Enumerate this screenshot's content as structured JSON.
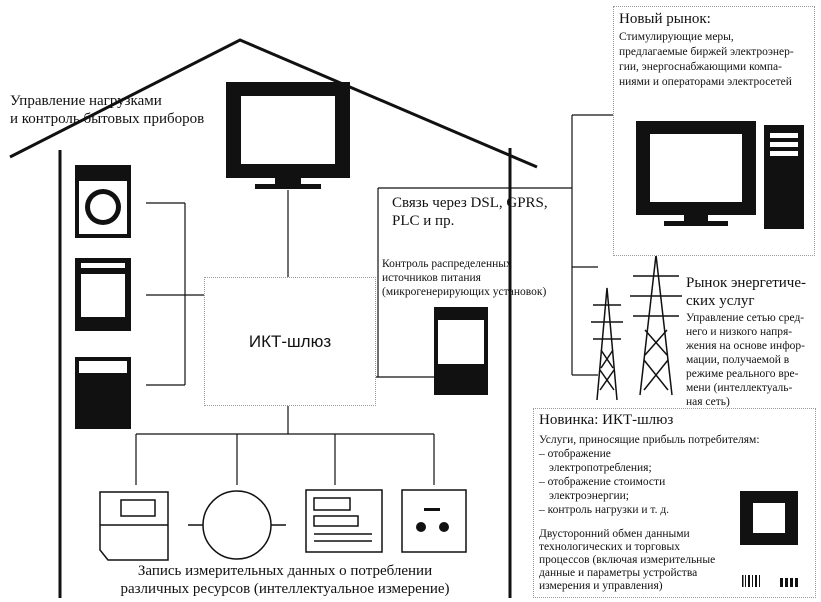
{
  "house": {
    "load_control": [
      "Управление нагрузками",
      "и контроль бытовых приборов"
    ],
    "ict_gateway": "ИКТ-шлюз",
    "communication": [
      "Связь через DSL, GPRS,",
      "PLC и пр."
    ],
    "dg_control": [
      "Контроль распределенных",
      "источников питания",
      "(микрогенерирующих установок)"
    ],
    "metering": [
      "Запись измерительных данных о потреблении",
      "различных ресурсов (интеллектуальное измерение)"
    ]
  },
  "new_market": {
    "title": "Новый рынок:",
    "lines": [
      "Стимулирующие меры,",
      "предлагаемые биржей электроэнер-",
      "гии, энергоснабжающими компа-",
      "ниями и операторами электросетей"
    ]
  },
  "energy_services": {
    "title": [
      "Рынок энергетиче-",
      "ских услуг"
    ],
    "lines": [
      "Управление сетью сред-",
      "него и низкого напря-",
      "жения на основе инфор-",
      "мации, получаемой в",
      "режиме реального вре-",
      "мени (интеллектуаль-",
      "ная сеть)"
    ]
  },
  "novelty": {
    "title": "Новинка: ИКТ-шлюз",
    "services_lines": [
      "Услуги, приносящие прибыль потребителям:",
      "– отображение",
      "   электропотребления;",
      "– отображение стоимости",
      "   электроэнергии;",
      "– контроль нагрузки и т. д."
    ],
    "exchange_lines": [
      "Двусторонний обмен данными",
      "технологических и торговых",
      "процессов (включая измерительные",
      "данные и параметры устройства",
      "измерения и управления)"
    ]
  }
}
